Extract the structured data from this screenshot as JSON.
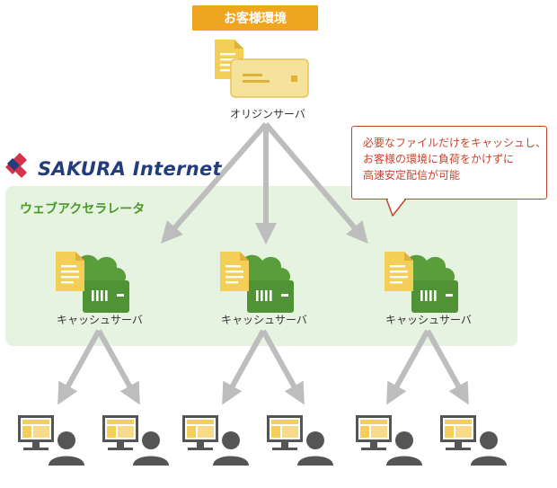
{
  "origin_banner": "お客様環境",
  "origin_label": "オリジンサーバ",
  "brand": "SAKURA Internet",
  "accelerator_title": "ウェブアクセラレータ",
  "cache_servers": [
    {
      "label": "キャッシュサーバ"
    },
    {
      "label": "キャッシュサーバ"
    },
    {
      "label": "キャッシュサーバ"
    }
  ],
  "callout_lines": [
    "必要なファイルだけをキャッシュし、",
    "お客様の環境に負荷をかけずに",
    "高速安定配信が可能"
  ],
  "colors": {
    "banner": "#efa51f",
    "accelerator_panel": "#e6f3e0",
    "accelerator_text": "#4a9a2a",
    "arrow": "#bdbdbd",
    "callout": "#c7452f",
    "brand": "#233d7a",
    "brand_mark": "#d6324a",
    "server_green": "#5a9e3c",
    "document": "#f3cf57",
    "client_user": "#555555"
  },
  "icons": {
    "origin": "document-server-icon",
    "cache": "document-cloud-server-icon",
    "client": "monitor-user-icon",
    "brand_mark": "sakura-logo-mark"
  }
}
